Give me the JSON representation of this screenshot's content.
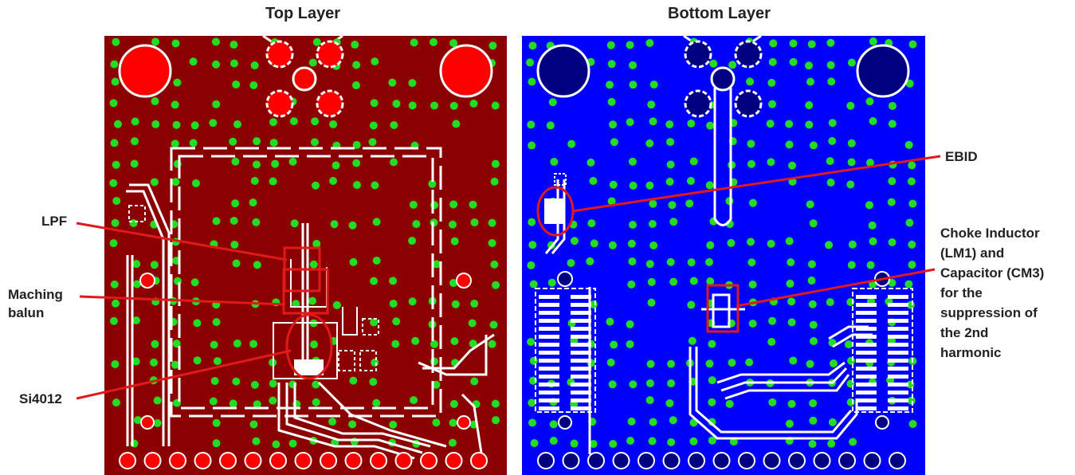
{
  "titles": {
    "top": "Top Layer",
    "bottom": "Bottom Layer"
  },
  "labels": {
    "lpf": "LPF",
    "maching_balun_1": "Maching",
    "maching_balun_2": "balun",
    "si4012": "Si4012",
    "ebid": "EBID",
    "choke_1": "Choke Inductor",
    "choke_2": "(LM1) and",
    "choke_3": "Capacitor (CM3)",
    "choke_4": "for the",
    "choke_5": "suppression of",
    "choke_6": "the 2nd",
    "choke_7": "harmonic"
  },
  "colors": {
    "top_board": "#8b0000",
    "bottom_board": "#0000ff",
    "via": "#22dd22",
    "pad_top": "#ff0000",
    "pad_bottom": "#000080",
    "annotation": "#e01a1a",
    "trace": "#ffffff"
  }
}
